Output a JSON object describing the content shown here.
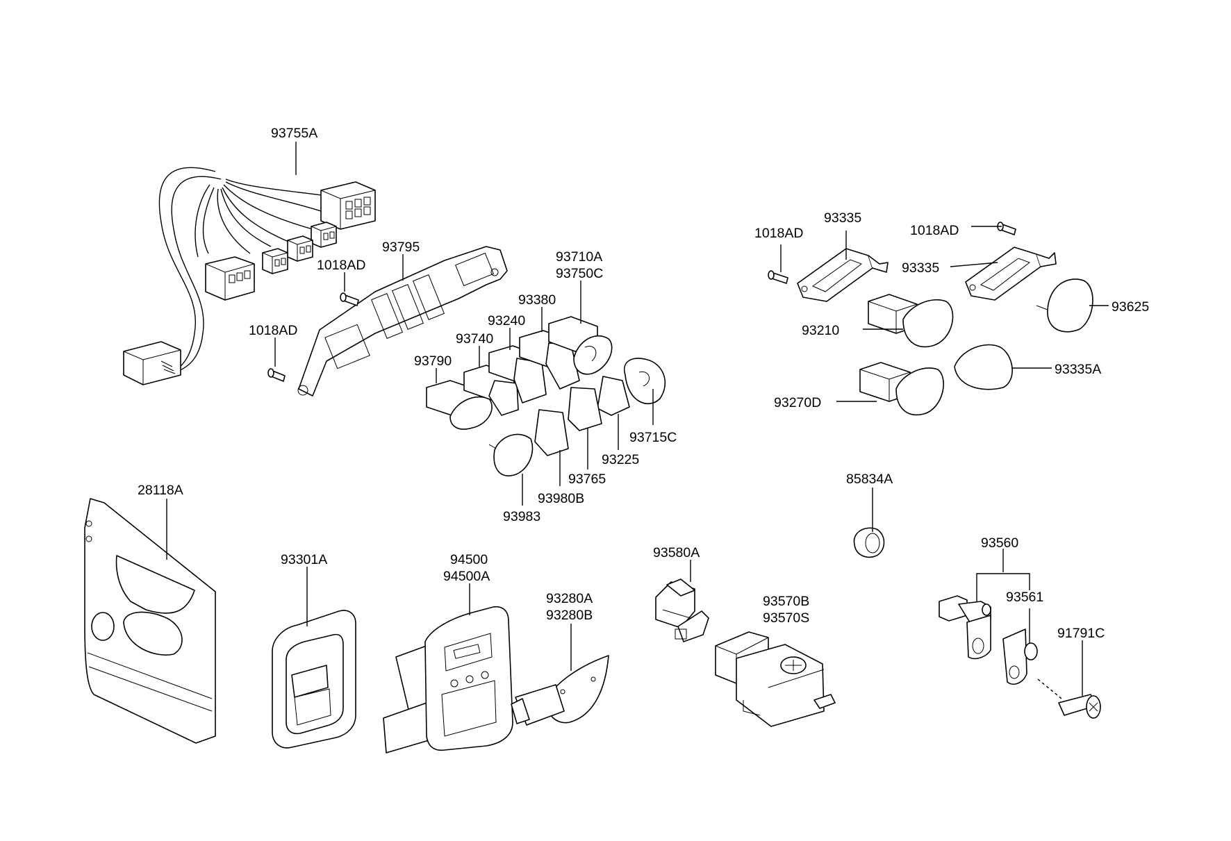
{
  "labels": {
    "p93755A": "93755A",
    "p93795": "93795",
    "p1018AD_a": "1018AD",
    "p1018AD_b": "1018AD",
    "p93710A": "93710A",
    "p93750C": "93750C",
    "p93380": "93380",
    "p93240": "93240",
    "p93740": "93740",
    "p93790": "93790",
    "p93715C": "93715C",
    "p93225": "93225",
    "p93765": "93765",
    "p93980B": "93980B",
    "p93983": "93983",
    "p1018AD_c": "1018AD",
    "p93335_a": "93335",
    "p1018AD_d": "1018AD",
    "p93335_b": "93335",
    "p93625": "93625",
    "p93210": "93210",
    "p93335A": "93335A",
    "p93270D": "93270D",
    "p85834A": "85834A",
    "p28118A": "28118A",
    "p93301A": "93301A",
    "p94500": "94500",
    "p94500A": "94500A",
    "p93280A": "93280A",
    "p93280B": "93280B",
    "p93580A": "93580A",
    "p93570B": "93570B",
    "p93570S": "93570S",
    "p93560": "93560",
    "p93561": "93561",
    "p91791C": "91791C"
  }
}
